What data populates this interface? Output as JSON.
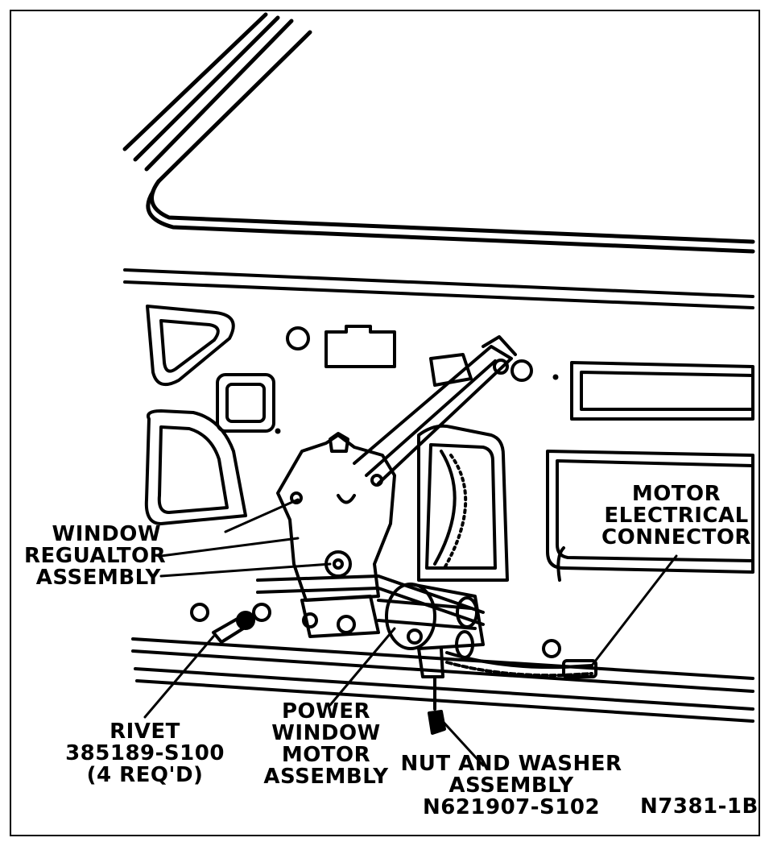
{
  "labels": {
    "window_regulator": [
      "WINDOW",
      "REGUALTOR",
      "ASSEMBLY"
    ],
    "motor_connector": [
      "MOTOR",
      "ELECTRICAL",
      "CONNECTOR"
    ],
    "rivet": [
      "RIVET",
      "385189-S100",
      "(4 REQ'D)"
    ],
    "power_window_motor": [
      "POWER",
      "WINDOW",
      "MOTOR",
      "ASSEMBLY"
    ],
    "nut_washer": [
      "NUT AND WASHER",
      "ASSEMBLY",
      "N621907-S102"
    ],
    "figure_id": "N7381-1B"
  }
}
